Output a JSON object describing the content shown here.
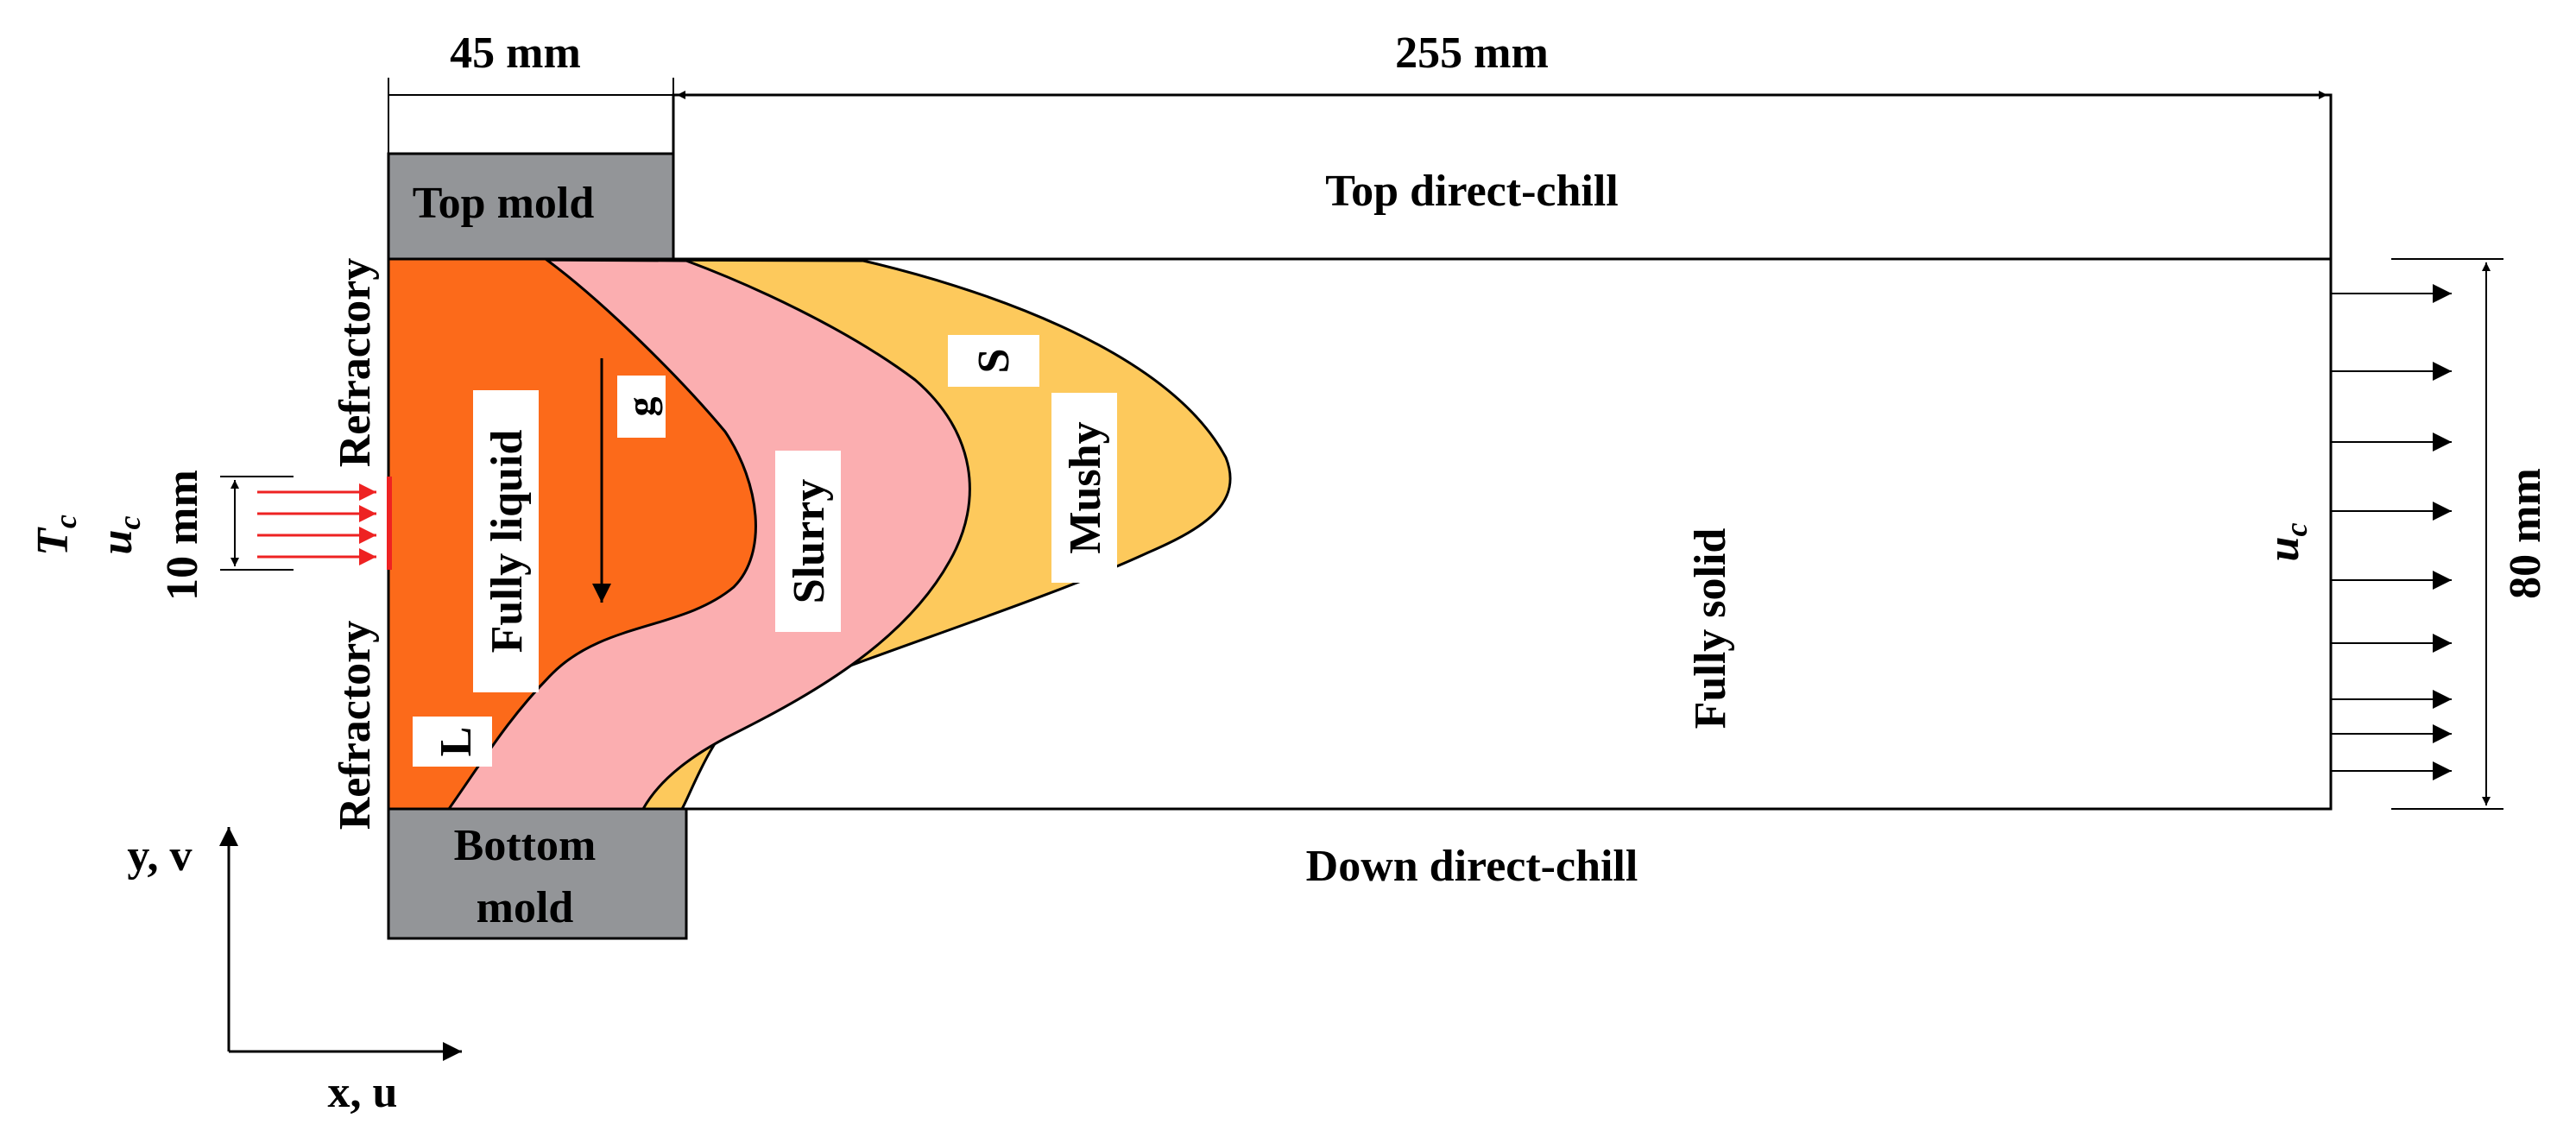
{
  "dimensions": {
    "mold_width": "45 mm",
    "strand_length": "255 mm",
    "inlet_width": "10 mm",
    "thickness": "80 mm"
  },
  "regions": {
    "top_mold": "Top mold",
    "bottom_mold_line1": "Bottom",
    "bottom_mold_line2": "mold",
    "top_chill": "Top direct-chill",
    "down_chill": "Down direct-chill",
    "fully_liquid": "Fully liquid",
    "slurry": "Slurry",
    "mushy": "Mushy",
    "fully_solid": "Fully solid",
    "refractory_upper": "Refractory",
    "refractory_lower": "Refractory"
  },
  "markers": {
    "liquidus": "L",
    "solidus": "S",
    "gravity": "g"
  },
  "inlet": {
    "temperature_symbol": "T",
    "temperature_subscript": "c",
    "velocity_symbol": "u",
    "velocity_subscript": "c"
  },
  "outlet": {
    "velocity_symbol": "u",
    "velocity_subscript": "c"
  },
  "axes": {
    "y_label": "y, v",
    "x_label": "x, u"
  },
  "colors": {
    "liquid": "#fc6a1a",
    "slurry": "#fbaeb0",
    "mushy": "#fdc95c",
    "mold": "#939598",
    "inlet_arrow": "#ee2222"
  }
}
